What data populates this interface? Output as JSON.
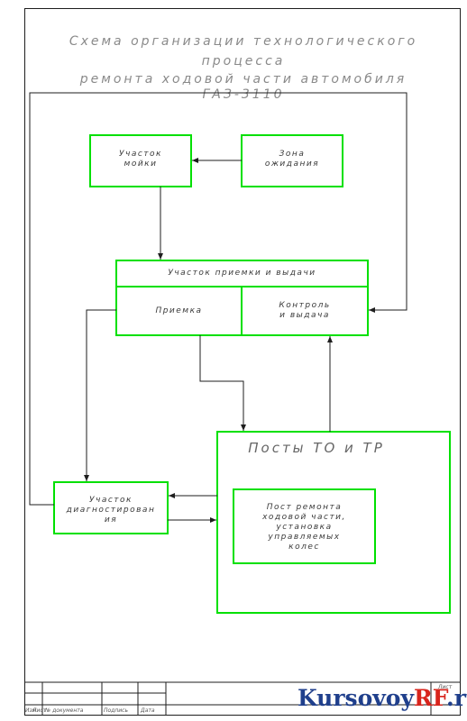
{
  "diagram": {
    "title_lines": [
      "Схема организации технологического",
      "процесса",
      "ремонта ходовой части автомобиля",
      "ГАЗ-3110"
    ],
    "nodes": {
      "washing": [
        "Участок",
        "мойки"
      ],
      "waiting": [
        "Зона",
        "ожидания"
      ],
      "reception_header": "Участок приемки и выдачи",
      "reception": "Приемка",
      "control": [
        "Контроль",
        "и выдача"
      ],
      "posts": "Посты ТО и ТР",
      "repair_post": [
        "Пост ремонта",
        "ходовой части,",
        "установка",
        "управляемых",
        "колес"
      ],
      "diagnostics": [
        "Участок",
        "диагностирован",
        "ия"
      ]
    },
    "colors": {
      "box": "#00e000",
      "line": "#1e1e1e"
    }
  },
  "title_block": {
    "labels": [
      "Изм.",
      "Лист",
      "№ документа",
      "Подпись",
      "Дата"
    ],
    "sheet_label": "Лист"
  },
  "watermark": {
    "brand_main": "Kursovoy",
    "brand_accent": "RF",
    "brand_tail": ".ru"
  }
}
